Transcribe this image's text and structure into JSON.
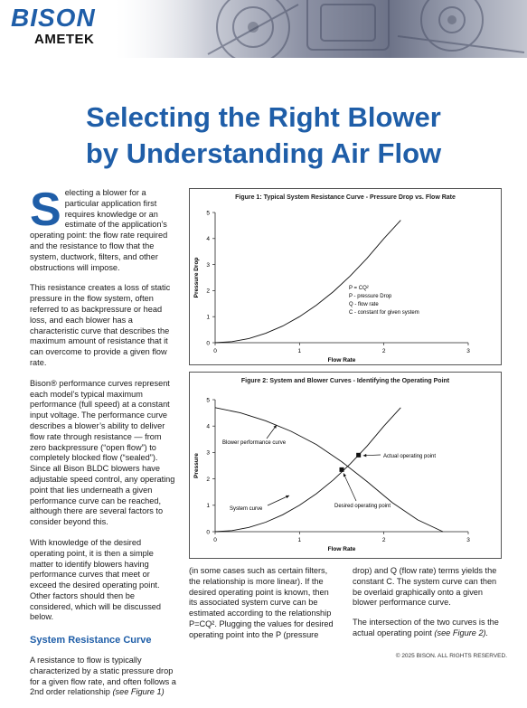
{
  "header": {
    "brand": "BISON",
    "parent": "AMETEK"
  },
  "title": {
    "line1": "Selecting the Right Blower",
    "line2": "by Understanding Air Flow"
  },
  "intro": {
    "dropcap": "S",
    "p1": "electing a blower for a particular application first requires knowledge or an estimate of the application’s operating point: the flow rate required and the resistance to flow that the system, ductwork, filters, and other obstructions will impose.",
    "p2": "This resistance creates a loss of static pressure in the flow system, often referred to as backpressure or head loss, and each blower has a characteristic curve that describes the maximum amount of resistance that it can overcome to provide a given flow rate.",
    "p3": "Bison® performance curves represent each model’s typical maximum performance (full speed) at a constant input voltage. The performance curve describes a blower’s ability to deliver flow rate through resistance — from zero backpressure (“open flow”) to completely blocked flow (“sealed”). Since all Bison BLDC blowers have adjustable speed control, any operating point that lies underneath a given performance curve can be reached, although there are several factors to consider beyond this.",
    "p4": "With knowledge of the desired operating point, it is then a simple matter to identify blowers having performance curves that meet or exceed the desired operating point. Other factors should then be considered, which will be discussed below."
  },
  "section": {
    "heading": "System Resistance Curve",
    "c1_p1a": "A resistance to flow is typically characterized by a static pressure drop for a given flow rate, and often follows a 2nd order relationship",
    "c1_p1b": "(see Figure 1)",
    "c2_p1": "(in some cases such as certain filters, the relationship is more linear). If the desired operating point is known, then its associated system curve can be estimated according to the relationship P=CQ². Plugging the values for desired operating point into the P (pressure",
    "c3_p1": "drop) and Q (flow rate) terms yields the constant C. The system curve can then be overlaid graphically onto a given blower performance curve.",
    "c3_p2a": "The intersection of the two curves is the actual operating point",
    "c3_p2b": "(see Figure 2)."
  },
  "footer": "© 2025 BISON. ALL RIGHTS RESERVED.",
  "chart_data": [
    {
      "type": "line",
      "title": "Figure 1:  Typical System Resistance Curve - Pressure Drop vs. Flow Rate",
      "xlabel": "Flow Rate",
      "ylabel": "Pressure Drop",
      "xlim": [
        0,
        3
      ],
      "ylim": [
        0,
        5
      ],
      "xticks": [
        "0",
        "1",
        "2",
        "3"
      ],
      "yticks": [
        "0",
        "1",
        "2",
        "3",
        "4",
        "5"
      ],
      "series": [
        {
          "x": [
            0,
            0.2,
            0.4,
            0.6,
            0.8,
            1.0,
            1.2,
            1.4,
            1.6,
            1.8,
            2.0,
            2.2
          ],
          "y": [
            0,
            0.04,
            0.16,
            0.36,
            0.64,
            1.0,
            1.44,
            1.96,
            2.56,
            3.24,
            4.0,
            4.7
          ]
        }
      ],
      "legend_lines": [
        "P = CQ²",
        "P - pressure Drop",
        "Q - flow rate",
        "C - constant for given system"
      ],
      "grid": false
    },
    {
      "type": "line",
      "title": "Figure 2:  System and Blower Curves - Identifying the Operating Point",
      "xlabel": "Flow Rate",
      "ylabel": "Pressure",
      "xlim": [
        0,
        3
      ],
      "ylim": [
        0,
        5
      ],
      "xticks": [
        "0",
        "1",
        "2",
        "3"
      ],
      "yticks": [
        "0",
        "1",
        "2",
        "3",
        "4",
        "5"
      ],
      "series": [
        {
          "x": [
            0,
            0.2,
            0.4,
            0.6,
            0.8,
            1.0,
            1.2,
            1.4,
            1.6,
            1.8,
            2.0,
            2.2
          ],
          "y": [
            0,
            0.04,
            0.16,
            0.36,
            0.64,
            1.0,
            1.44,
            1.96,
            2.56,
            3.24,
            4.0,
            4.7
          ]
        },
        {
          "x": [
            0,
            0.3,
            0.6,
            0.9,
            1.2,
            1.5,
            1.8,
            2.1,
            2.4,
            2.7
          ],
          "y": [
            4.7,
            4.5,
            4.2,
            3.8,
            3.3,
            2.65,
            1.9,
            1.1,
            0.45,
            0
          ]
        }
      ],
      "annotations": [
        {
          "label": "Blower performance curve"
        },
        {
          "label": "System curve"
        },
        {
          "label": "Actual operating point",
          "x": 1.7,
          "y": 2.9
        },
        {
          "label": "Desired operating point",
          "x": 1.5,
          "y": 2.35
        }
      ],
      "grid": false
    }
  ]
}
